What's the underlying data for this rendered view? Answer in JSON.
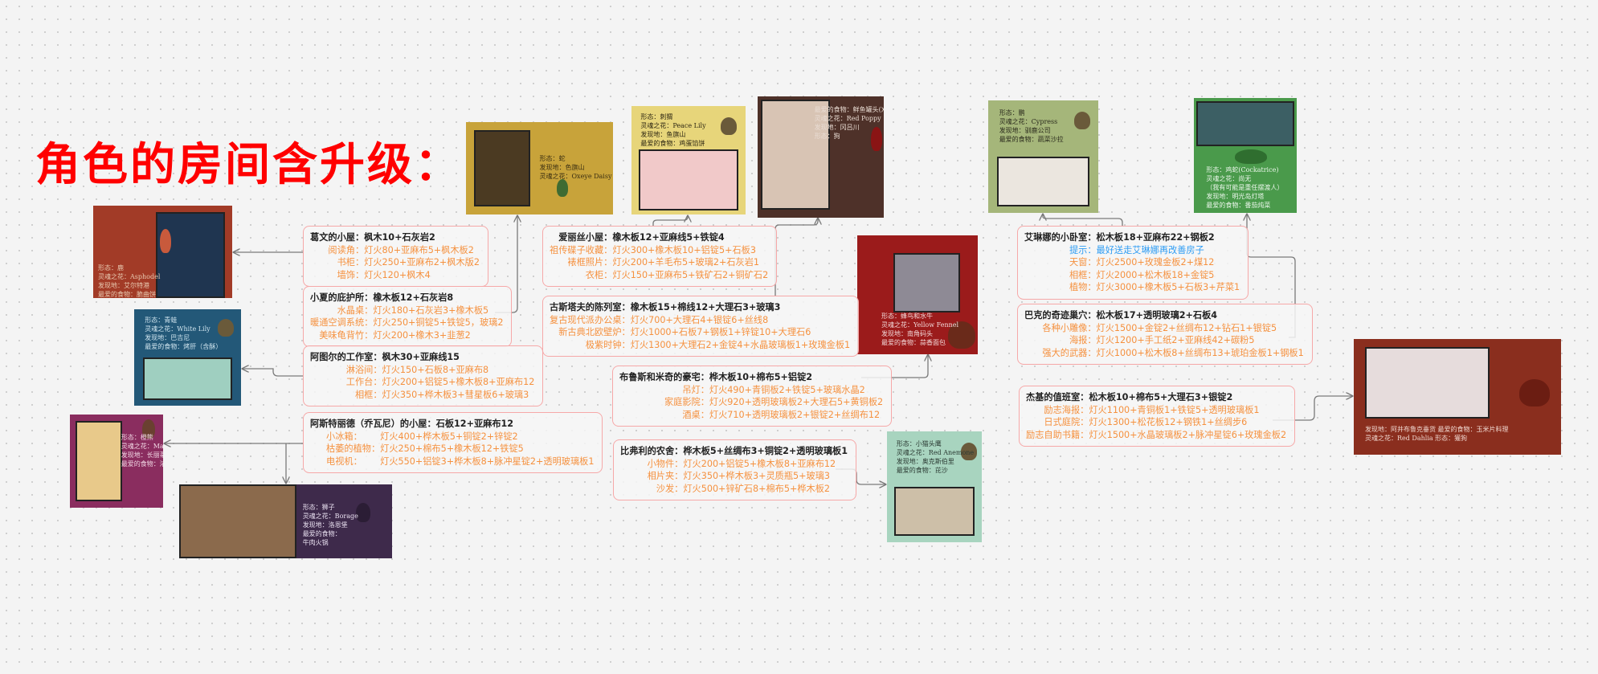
{
  "title": "角色的房间含升级：",
  "boxes": [
    {
      "id": "gwen",
      "rows": [
        {
          "type": "head",
          "label": "葛文的小屋：",
          "value": "枫木10+石灰岩2"
        },
        {
          "type": "item",
          "label": "阅读角：",
          "value": "灯火80+亚麻布5+枫木板2"
        },
        {
          "type": "item",
          "label": "书柜：",
          "value": "灯火250+亚麻布2+枫木版2"
        },
        {
          "type": "item",
          "label": "墙饰：",
          "value": "灯火120+枫木4"
        }
      ]
    },
    {
      "id": "summer",
      "rows": [
        {
          "type": "head",
          "label": "小夏的庇护所：",
          "value": "橡木板12+石灰岩8"
        },
        {
          "type": "item",
          "label": "水晶桌：",
          "value": "灯火180+石灰岩3+橡木板5"
        },
        {
          "type": "item",
          "label": "暖通空调系统：",
          "value": "灯火250+铜锭5+铁锭5，玻璃2"
        },
        {
          "type": "item",
          "label": "美味龟背竹：",
          "value": "灯火200+橡木3+韭葱2"
        }
      ]
    },
    {
      "id": "atul",
      "rows": [
        {
          "type": "head",
          "label": "阿图尔的工作室：",
          "value": "枫木30+亚麻线15"
        },
        {
          "type": "item",
          "label": "淋浴间：",
          "value": "灯火150+石板8+亚麻布8"
        },
        {
          "type": "item",
          "label": "工作台：",
          "value": "灯火200+铝锭5+橡木板8+亚麻布12"
        },
        {
          "type": "item",
          "label": "相框：",
          "value": "灯火350+桦木板3+彗星板6+玻璃3"
        }
      ]
    },
    {
      "id": "astrid",
      "rows": [
        {
          "type": "head",
          "label": "阿斯特丽德（乔瓦尼）的小屋：",
          "value": "石板12+亚麻布12"
        },
        {
          "type": "item",
          "label": "小冰箱：",
          "value": "灯火400+桦木板5+铜锭2+锌锭2"
        },
        {
          "type": "item",
          "label": "枯萎的植物：",
          "value": "灯火250+棉布5+橡木板12+铁锭5"
        },
        {
          "type": "item",
          "label": "电视机：",
          "value": "灯火550+铝锭3+桦木板8+脉冲星锭2+透明玻璃板1"
        }
      ]
    },
    {
      "id": "alice",
      "rows": [
        {
          "type": "head",
          "label": "爱丽丝小屋：",
          "value": "橡木板12+亚麻线5+铁锭4"
        },
        {
          "type": "item",
          "label": "祖传碟子收藏：",
          "value": "灯火300+橡木板10+铝锭5+石板3"
        },
        {
          "type": "item",
          "label": "裱框照片：",
          "value": "灯火200+羊毛布5+玻璃2+石灰岩1"
        },
        {
          "type": "item",
          "label": "衣柜：",
          "value": "灯火150+亚麻布5+铁矿石2+铜矿石2"
        }
      ]
    },
    {
      "id": "gustav",
      "rows": [
        {
          "type": "head",
          "label": "古斯塔夫的陈列室：",
          "value": "橡木板15+棉线12+大理石3+玻璃3"
        },
        {
          "type": "item",
          "label": "复古现代派办公桌：",
          "value": "灯火700+大理石4+银锭6+丝线8"
        },
        {
          "type": "item",
          "label": "新古典北欧壁炉：",
          "value": "灯火1000+石板7+钢板1+锌锭10+大理石6"
        },
        {
          "type": "item",
          "label": "极紫时钟：",
          "value": "灯火1300+大理石2+金锭4+水晶玻璃板1+玫瑰金板1"
        }
      ]
    },
    {
      "id": "bruce",
      "rows": [
        {
          "type": "head",
          "label": "布鲁斯和米奇的豪宅：",
          "value": "桦木板10+棉布5+铝锭2"
        },
        {
          "type": "item",
          "label": "吊灯：",
          "value": "灯火490+青铜板2+铁锭5+玻璃水晶2"
        },
        {
          "type": "item",
          "label": "家庭影院：",
          "value": "灯火920+透明玻璃板2+大理石5+黄铜板2"
        },
        {
          "type": "item",
          "label": "酒桌：",
          "value": "灯火710+透明玻璃板2+银锭2+丝绸布12"
        }
      ]
    },
    {
      "id": "beverly",
      "rows": [
        {
          "type": "head",
          "label": "比弗利的农舍：",
          "value": "桦木板5+丝绸布3+铜锭2+透明玻璃板1"
        },
        {
          "type": "item",
          "label": "小物件：",
          "value": "灯火200+铝锭5+橡木板8+亚麻布12"
        },
        {
          "type": "item",
          "label": "相片夹：",
          "value": "灯火350+桦木板3+灵质瓶5+玻璃3"
        },
        {
          "type": "item",
          "label": "沙发：",
          "value": "灯火500+锌矿石8+棉布5+桦木板2"
        }
      ]
    },
    {
      "id": "elena",
      "rows": [
        {
          "type": "head",
          "label": "艾琳娜的小卧室：",
          "value": "松木板18+亚麻布22+钢板2"
        },
        {
          "type": "tip",
          "label": "提示：",
          "value": "最好送走艾琳娜再改善房子"
        },
        {
          "type": "item",
          "label": "天窗：",
          "value": "灯火2500+玫瑰金板2+煤12"
        },
        {
          "type": "item",
          "label": "相框：",
          "value": "灯火2000+松木板18+金锭5"
        },
        {
          "type": "item",
          "label": "植物：",
          "value": "灯火3000+橡木板5+石板3+芹菜1"
        }
      ]
    },
    {
      "id": "buck",
      "rows": [
        {
          "type": "head",
          "label": "巴克的奇迹巢穴：",
          "value": "松木板17+透明玻璃2+石板4"
        },
        {
          "type": "item",
          "label": "各种小雕像：",
          "value": "灯火1500+金锭2+丝绸布12+钻石1+银锭5"
        },
        {
          "type": "item",
          "label": "海报：",
          "value": "灯火1200+手工纸2+亚麻线42+碳粉5"
        },
        {
          "type": "item",
          "label": "强大的武器：",
          "value": "灯火1000+松木板8+丝绸布13+琥珀金板1+钢板1"
        }
      ]
    },
    {
      "id": "jackie",
      "rows": [
        {
          "type": "head",
          "label": "杰基的值班室：",
          "value": "松木板10+棉布5+大理石3+银锭2"
        },
        {
          "type": "item",
          "label": "励志海报：",
          "value": "灯火1100+青铜板1+铁锭5+透明玻璃板1"
        },
        {
          "type": "item",
          "label": "日式庭院：",
          "value": "灯火1300+松花板12+钢铁1+丝绸步6"
        },
        {
          "type": "item",
          "label": "励志自助书籍：",
          "value": "灯火1500+水晶玻璃板2+脉冲星锭6+玫瑰金板2"
        }
      ]
    }
  ],
  "cards": [
    {
      "id": "gwen",
      "bg": "#a23b27",
      "room": "#1f3550",
      "text": "#e8c9b0",
      "lines": [
        "形态：鹿",
        "灵魂之花：Asphodel",
        "发现地：艾尔特港",
        "最爱的食物：脆曲饼"
      ]
    },
    {
      "id": "atul",
      "bg": "#235878",
      "room": "#9fcfc0",
      "text": "#cfe4ee",
      "lines": [
        "形态：青蛙",
        "灵魂之花：White Lily",
        "发现地：巴吉尼",
        "最爱的食物：烤肝（含酥）"
      ]
    },
    {
      "id": "astrid",
      "bg": "#8a2d5f",
      "room": "#e8c98a",
      "text": "#f1d7e4",
      "lines": [
        "形态：橙熊",
        "灵魂之花：Mallow",
        "发现地：长丽蒂上公司",
        "最爱的食物：浓面"
      ]
    },
    {
      "id": "atul2",
      "bg": "#3e2a4b",
      "room": "#8b6a4c",
      "text": "#e9e0f0",
      "lines": [
        "形态：狮子",
        "灵魂之花：Borage",
        "发现地：洛恩堡",
        "最爱的食物：",
        "牛肉火锅"
      ]
    },
    {
      "id": "summer",
      "bg": "#c8a33a",
      "room": "#4b3a22",
      "text": "#3b2f12",
      "lines": [
        "形态：蛇",
        "发现地：色旗山",
        "灵魂之花：Oxeye Daisy"
      ]
    },
    {
      "id": "alice",
      "bg": "#e7d57a",
      "room": "#f1c9c9",
      "text": "#2d2612",
      "lines": [
        "形态：刺猬",
        "灵魂之花：Peace Lily",
        "发现地：鱼旗山",
        "最爱的食物：鸡蛋馅饼"
      ]
    },
    {
      "id": "gustav",
      "bg": "#4e3129",
      "room": "#d8c4b4",
      "text": "#e9dcd3",
      "lines": [
        "最爱的食物：鲜鱼罐头(刈)",
        "灵魂之花：Red Poppy",
        "发现地：冈吕川",
        "形态：狗"
      ]
    },
    {
      "id": "bruce",
      "bg": "#9b1b1b",
      "room": "#8e8a95",
      "text": "#f2d9d9",
      "lines": [
        "形态：蜂鸟和水牛",
        "灵魂之花：Yellow Fennel",
        "发现地：南角码头",
        "最爱的食物：蒜香面包"
      ]
    },
    {
      "id": "elena",
      "bg": "#a5b67a",
      "room": "#ebe6df",
      "text": "#2b2b1d",
      "lines": [
        "形态：鹏",
        "灵魂之花：Cypress",
        "发现地：驯鹿公司",
        "最爱的食物：蔬菜沙拉"
      ]
    },
    {
      "id": "buck",
      "bg": "#4a9a4b",
      "room": "#3c5f64",
      "text": "#eaf6ea",
      "lines": [
        "形态：鸡蛇(Cockatrice)",
        "灵魂之花：尚无",
        "（我有可能是重任摆渡人）",
        "发现地：明光岛灯塔",
        "最爱的食物：番茄炖菜"
      ]
    },
    {
      "id": "beverly",
      "bg": "#a8d4bf",
      "room": "#cdbfa8",
      "text": "#2b3a33",
      "lines": [
        "形态：小猫头鹰",
        "灵魂之花：Red Anemone",
        "发现地：奥克斯伯里",
        "最爱的食物：芘沙"
      ]
    },
    {
      "id": "jackie",
      "bg": "#8a2e1e",
      "room": "#e6dcdc",
      "text": "#f0d7cf",
      "lines": [
        "发现地：阿井布鲁克垂货 最爱的食物：玉米片料理",
        "灵魂之花：Red Dahlia 形态：獾狗"
      ]
    }
  ]
}
